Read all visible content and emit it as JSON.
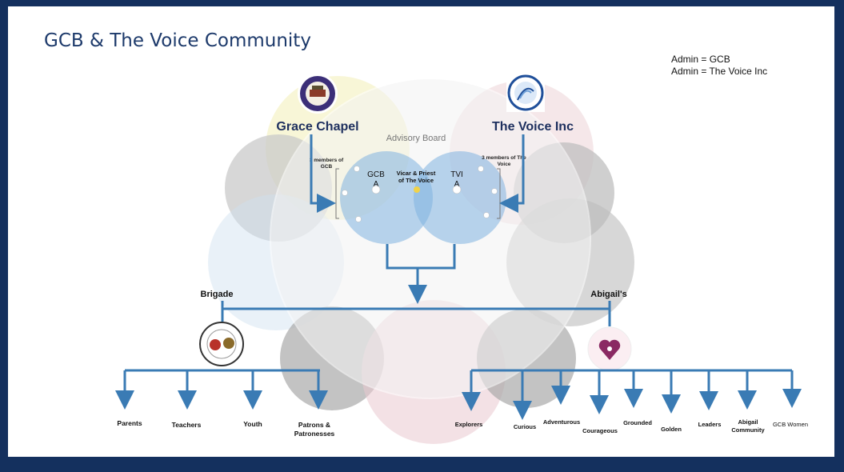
{
  "title": "GCB & The Voice Community",
  "admin": [
    "Admin = GCB",
    "Admin = The Voice Inc"
  ],
  "orgs": {
    "left": {
      "name": "Grace Chapel",
      "members_label_line1": "3 members of",
      "members_label_line2": "GCB",
      "circle_label_line1": "GCB",
      "circle_label_line2": "A"
    },
    "right": {
      "name": "The Voice Inc",
      "members_label_line1": "3 members of The",
      "members_label_line2": "Voice",
      "circle_label_line1": "TVI",
      "circle_label_line2": "A"
    }
  },
  "advisory_board": "Advisory Board",
  "vicar_line1": "Vicar & Priest",
  "vicar_line2": "of The Voice",
  "branches": {
    "brigade": {
      "name": "Brigade",
      "children": [
        "Parents",
        "Teachers",
        "Youth",
        "Patrons &",
        "Patronesses"
      ]
    },
    "abigails": {
      "name": "Abigail's",
      "children": [
        "Explorers",
        "Curious",
        "Adventurous",
        "Courageous",
        "Grounded",
        "Golden",
        "Leaders",
        "Abigail",
        "Community",
        "GCB Women"
      ]
    }
  },
  "colors": {
    "frame": "#14305e",
    "title": "#1d3a6b",
    "arrow": "#3a7bb4",
    "venn": "#7fb2e0"
  }
}
